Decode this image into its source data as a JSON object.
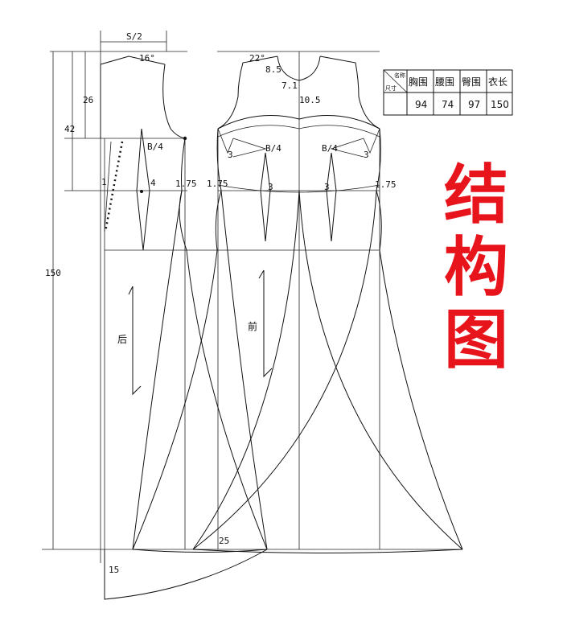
{
  "title_chars": [
    "结",
    "构",
    "图"
  ],
  "size_table": {
    "corner_top": "名称",
    "corner_bottom": "尺寸",
    "headers": [
      "胸围",
      "腰围",
      "臀围",
      "衣长"
    ],
    "values": [
      "94",
      "74",
      "97",
      "150"
    ]
  },
  "labels": {
    "s_half": "S/2",
    "angle_back": "16°",
    "angle_front": "22°",
    "len_26": "26",
    "len_42": "42",
    "len_150": "150",
    "neck_85": "8.5",
    "neck_71": "7.1",
    "neck_105": "10.5",
    "b4_back": "B/4",
    "b4_front_l": "B/4",
    "b4_front_r": "B/4",
    "one": "1",
    "four": "4",
    "dart_3_l": "3",
    "dart_3_r": "3",
    "dart_3_bl": "3",
    "dart_3_br": "3",
    "w175_back": "1.75",
    "w175_front_l": "1.75",
    "w175_front_r": "1.75",
    "back": "后",
    "front": "前",
    "hem_25": "25",
    "train_15": "15"
  }
}
